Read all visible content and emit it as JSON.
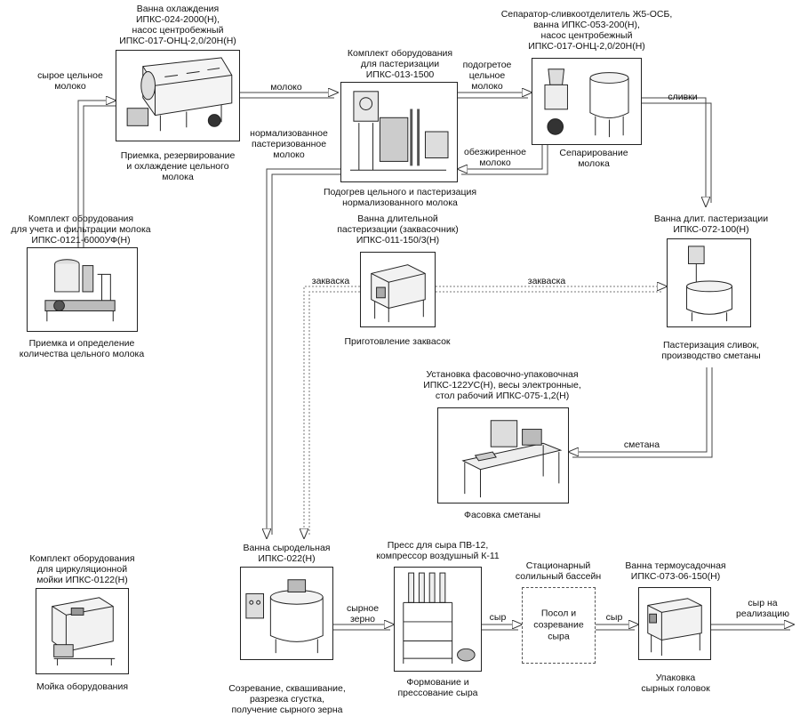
{
  "nodes": {
    "cooling": {
      "equipment": "Ванна охлаждения\nИПКС-024-2000(Н),\nнасос центробежный\nИПКС-017-ОНЦ-2,0/20Н(Н)",
      "process": "Приемка, резервирование\nи охлаждение цельного\nмолока"
    },
    "filtration": {
      "equipment": "Комплект оборудования\nдля учета и фильтрации молока\nИПКС-0121-6000УФ(Н)",
      "process": "Приемка и определение\nколичества цельного молока"
    },
    "pasteurization": {
      "equipment": "Комплект оборудования\nдля пастеризации\nИПКС-013-1500",
      "process": "Подогрев цельного и пастеризация\nнормализованного молока"
    },
    "separator": {
      "equipment": "Сепаратор-сливкоотделитель Ж5-ОСБ,\nванна ИПКС-053-200(Н),\nнасос центробежный\nИПКС-017-ОНЦ-2,0/20Н(Н)",
      "process": "Сепарирование\nмолока"
    },
    "starter": {
      "equipment": "Ванна длительной\nпастеризации (заквасочник)\nИПКС-011-150/3(Н)",
      "process": "Приготовление заквасок"
    },
    "cream_vat": {
      "equipment": "Ванна длит. пастеризации\nИПКС-072-100(Н)",
      "process": "Пастеризация сливок,\nпроизводство сметаны"
    },
    "packing": {
      "equipment": "Установка фасовочно-упаковочная\nИПКС-122УС(Н), весы электронные,\nстол рабочий ИПКС-075-1,2(Н)",
      "process": "Фасовка  сметаны"
    },
    "cip": {
      "equipment": "Комплект оборудования\nдля циркуляционной\nмойки ИПКС-0122(Н)",
      "process": "Мойка оборудования"
    },
    "cheese_vat": {
      "equipment": "Ванна сыродельная\nИПКС-022(Н)",
      "process": "Созревание, сквашивание,\nразрезка сгустка,\nполучение сырного зерна"
    },
    "press": {
      "equipment": "Пресс для сыра ПВ-12,\nкомпрессор воздушный К-11",
      "process": "Формование и\nпрессование сыра"
    },
    "brine": {
      "equipment": "Стационарный\nсолильный бассейн",
      "process": "Посол и\nсозревание\nсыра"
    },
    "shrink": {
      "equipment": "Ванна термоусадочная\nИПКС-073-06-150(Н)",
      "process": "Упаковка\nсырных головок"
    }
  },
  "flows": {
    "raw_milk": "сырое цельное\nмолоко",
    "milk": "молоко",
    "heated_milk": "подогретое\nцельное\nмолоко",
    "cream": "сливки",
    "skim_milk": "обезжиренное\nмолоко",
    "normalized_milk": "нормализованное\nпастеризованное\nмолоко",
    "starter_left": "закваска",
    "starter_right": "закваска",
    "sour_cream": "сметана",
    "cheese_grain": "сырное\nзерно",
    "cheese_1": "сыр",
    "cheese_2": "сыр",
    "to_sale": "сыр на\nреализацию"
  }
}
